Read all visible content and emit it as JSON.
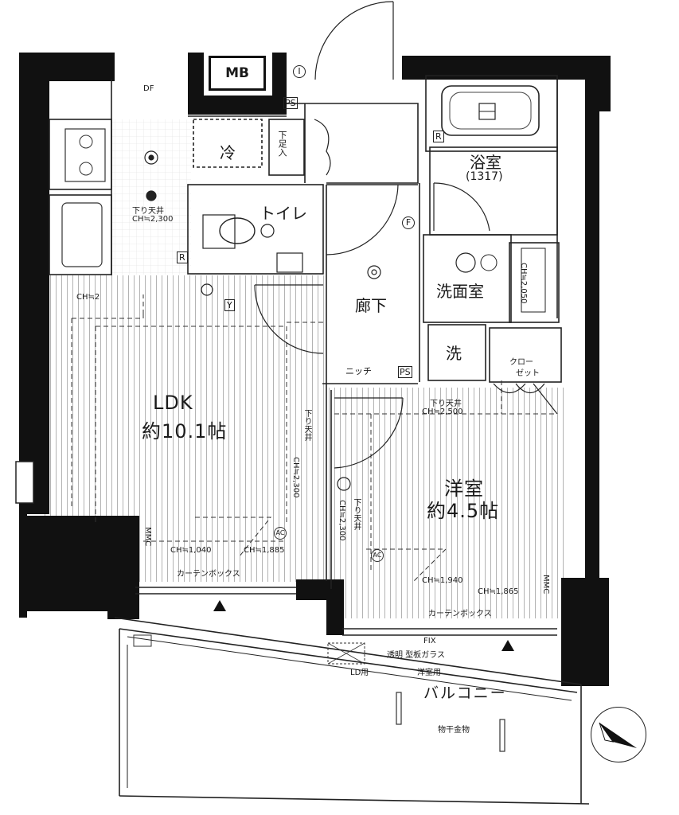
{
  "rooms": {
    "ldk": {
      "name": "LDK",
      "size": "約10.1帖"
    },
    "western_room": {
      "name": "洋室",
      "size": "約4.5帖"
    },
    "bathroom": {
      "name": "浴室",
      "size": "(1317)"
    },
    "washroom": {
      "name": "洗面室"
    },
    "toilet": {
      "name": "トイレ"
    },
    "hallway": {
      "name": "廊下"
    },
    "balcony": {
      "name": "バルコニー"
    },
    "closet": {
      "line1": "クロー",
      "line2": "ゼット"
    }
  },
  "labels": {
    "mb": "MB",
    "fridge": "冷",
    "shoe_box": "下足入",
    "laundry": "洗",
    "niche": "ニッチ",
    "ps_top": "PS",
    "ps_hall": "PS",
    "mark_i": "I",
    "mark_r_kitchen": "R",
    "mark_r_bath": "R",
    "mark_f": "F",
    "mark_y": "Y",
    "curtain_box_ldk": "カーテンボックス",
    "curtain_box_room": "カーテンボックス",
    "fix_glass": "FIX",
    "frosted_glass": "透明 型板ガラス",
    "ld_label": "LD用",
    "western_label": "洋室用",
    "drying_rack": "物干金物",
    "mmc_ldk": "MMC",
    "mmc_room": "MMC",
    "ac_ldk": "AC",
    "ac_room": "AC",
    "df": "DF",
    "ch_left": "CH≒2"
  },
  "ceilings": {
    "kitchen_drop": "下り天井",
    "kitchen_ch": "CH≒2,300",
    "ldk_drop_vertical": "下り天井",
    "ldk_ch_vertical": "CH≒2,300",
    "room_drop": "下り天井",
    "room_ch": "CH≒2,500",
    "room_drop_vertical": "下り天井",
    "room_ch_vertical": "CH≒2,300",
    "ldk_ch_1040": "CH≒1,040",
    "ldk_ch_1885": "CH≒1,885",
    "room_ch_1940": "CH≒1,940",
    "room_ch_1865": "CH≒1,865",
    "wash_ch": "CH≒2,050"
  },
  "north_arrow": "north-arrow"
}
